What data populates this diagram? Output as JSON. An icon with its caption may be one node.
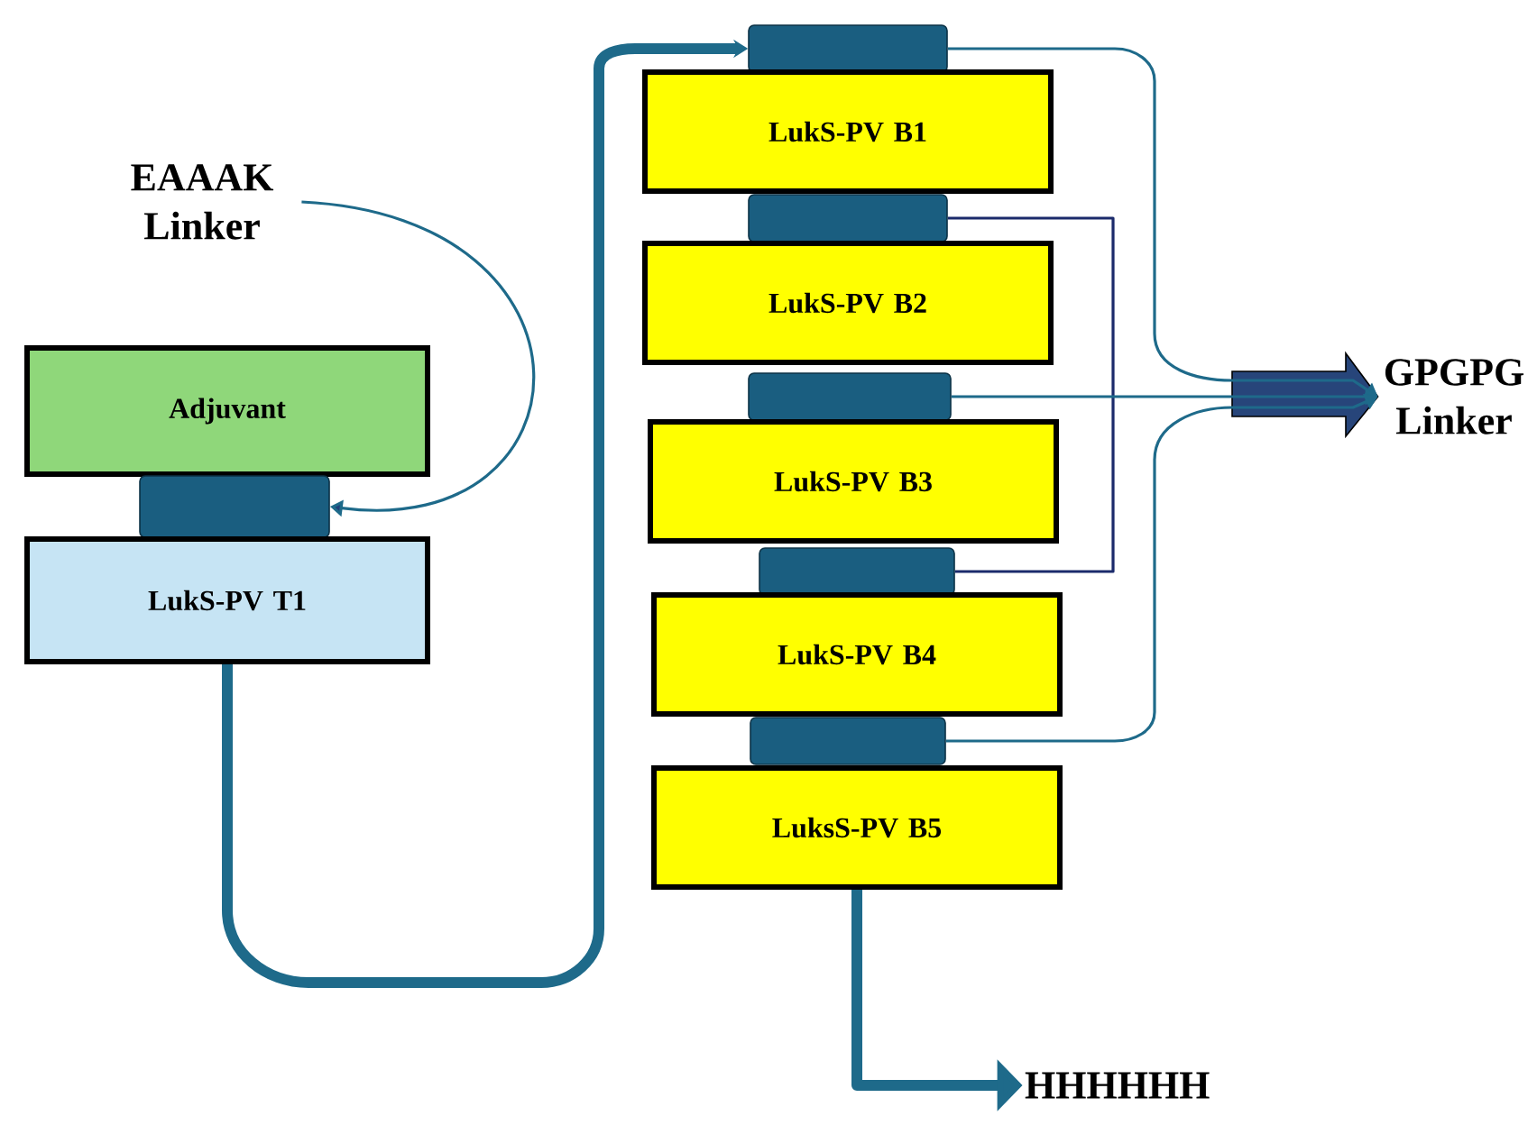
{
  "diagram": {
    "nodes": [
      {
        "text": [
          "EAAAK Linker"
        ]
      },
      {
        "text": [
          "Adjuvant"
        ]
      },
      {
        "text": [],
        "shape": "box"
      },
      {
        "text": [
          "LukS-PV T1"
        ]
      },
      {
        "text": [],
        "shape": "box"
      },
      {
        "text": [
          "LukS-PV B1"
        ]
      },
      {
        "text": [],
        "shape": "box"
      },
      {
        "text": [
          "LukS-PV B2"
        ]
      },
      {
        "text": [],
        "shape": "box"
      },
      {
        "text": [
          "LukS-PV B3"
        ]
      },
      {
        "text": [],
        "shape": "box"
      },
      {
        "text": [
          "LukS-PV B4"
        ]
      },
      {
        "text": [],
        "shape": "box"
      },
      {
        "text": [
          "LuksS-PV B5"
        ]
      },
      {
        "text": [
          "GPGPG Linker"
        ]
      },
      {
        "text": [
          "HHHHHH"
        ]
      }
    ],
    "edges": [
      {
        "from": 0,
        "to": 2,
        "arrow": "to"
      },
      {
        "from": 3,
        "to": 4,
        "arrow": "to",
        "style": "thick"
      },
      {
        "from": 4,
        "to": 14,
        "arrow": "to"
      },
      {
        "from": 6,
        "to": 10,
        "arrow": "none",
        "color": "#1b2a6b"
      },
      {
        "from": 8,
        "to": 14,
        "arrow": "to"
      },
      {
        "from": 12,
        "to": 14,
        "arrow": "to"
      },
      {
        "from": 13,
        "to": 15,
        "arrow": "to",
        "style": "thick"
      }
    ]
  }
}
